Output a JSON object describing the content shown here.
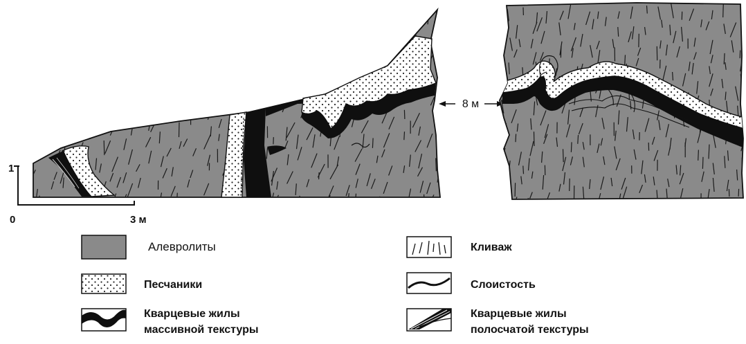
{
  "colors": {
    "rock": "#8a8a8a",
    "dark": "#0f0f0f",
    "sand": "#ffffff"
  },
  "scale": {
    "zero_label": "0",
    "one_label": "1",
    "three_label": "3 м"
  },
  "distance_label": "8 м",
  "legend": {
    "siltstone": "Алевролиты",
    "sandstone": "Песчаники",
    "massive_line1": "Кварцевые жилы",
    "massive_line2": "массивной текстуры",
    "cleavage": "Кливаж",
    "bedding": "Слоистость",
    "banded_line1": "Кварцевые жилы",
    "banded_line2": "полосчатой текстуры"
  }
}
